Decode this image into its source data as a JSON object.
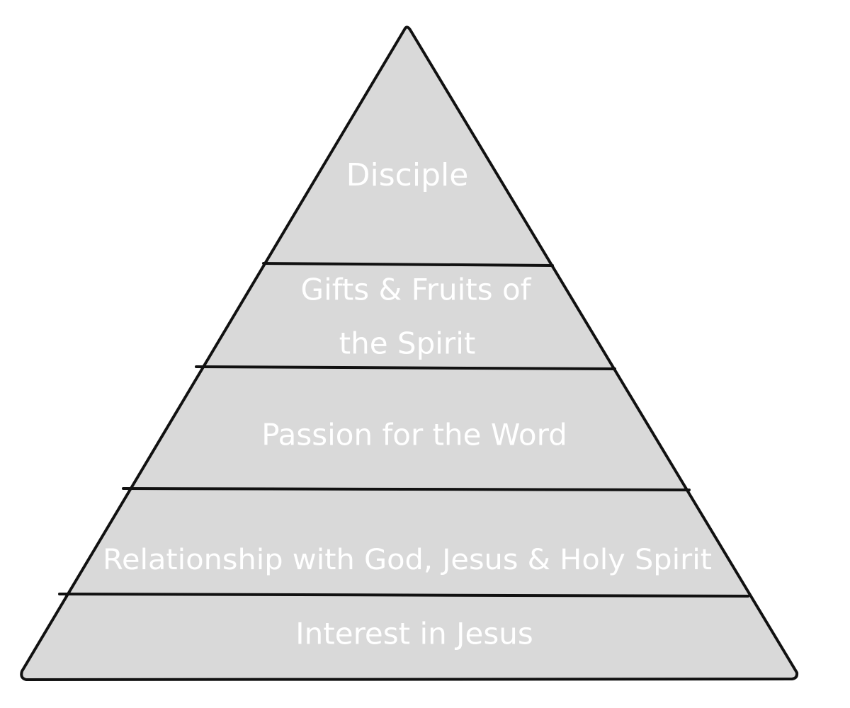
{
  "diagram": {
    "type": "pyramid",
    "tiers": [
      {
        "lines": [
          "Disciple"
        ]
      },
      {
        "lines": [
          "Gifts & Fruits of",
          "the Spirit"
        ]
      },
      {
        "lines": [
          "Passion for the Word"
        ]
      },
      {
        "lines": [
          "Relationship with God, Jesus & Holy Spirit"
        ]
      },
      {
        "lines": [
          "Interest in Jesus"
        ]
      }
    ],
    "colors": {
      "fill": "#d9d9d9",
      "stroke": "#111111",
      "text": "#ffffff"
    }
  }
}
